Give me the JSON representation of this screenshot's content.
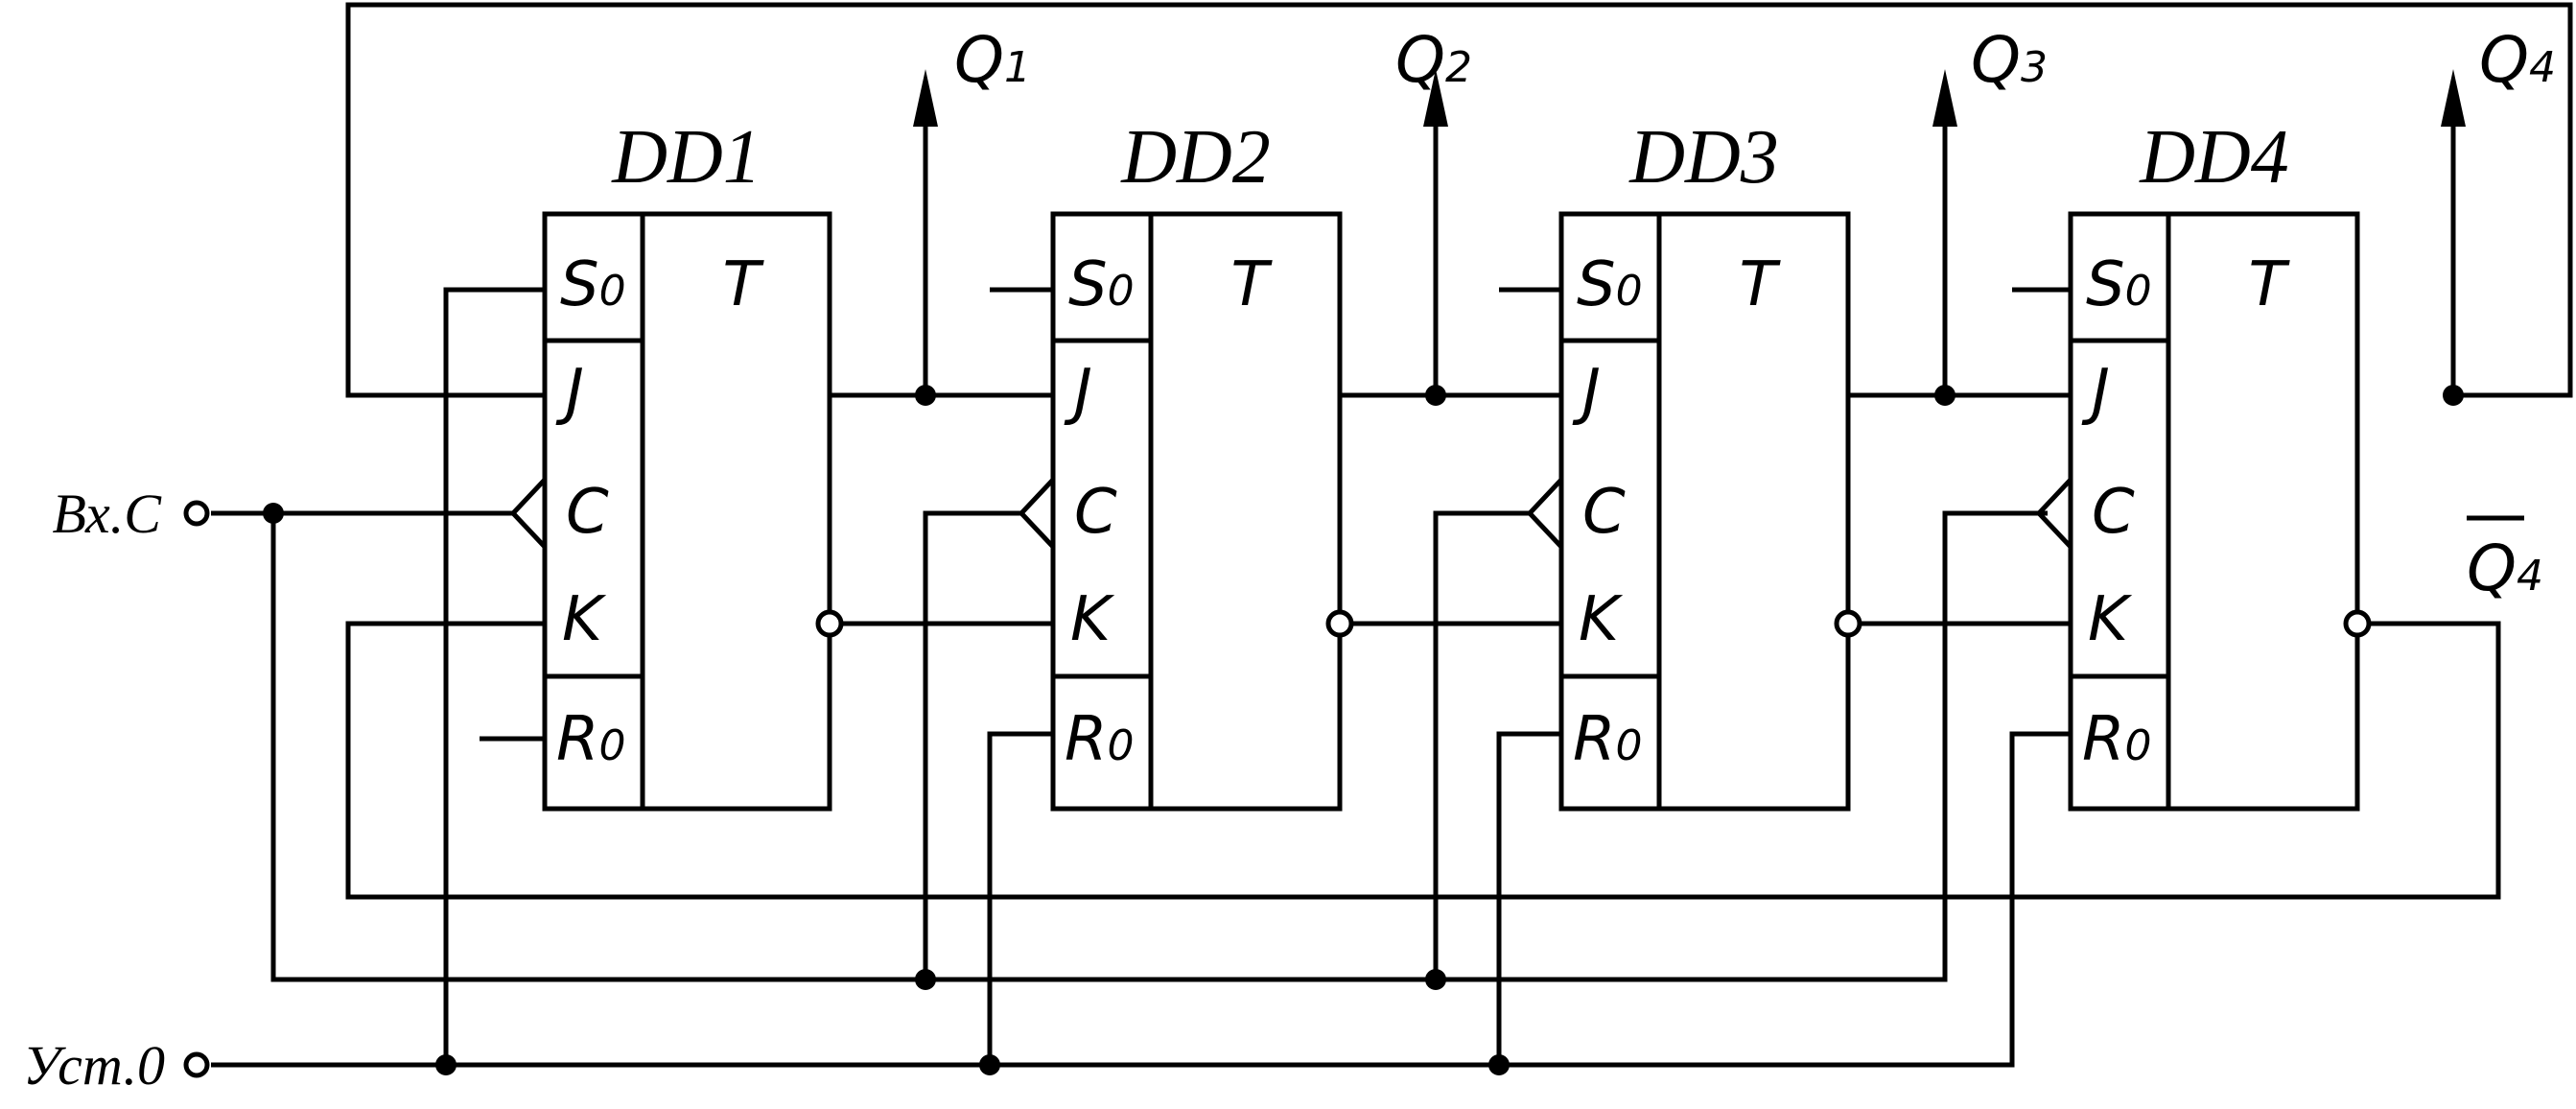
{
  "inputs": {
    "clock": "Вх.С",
    "reset": "Уст.0"
  },
  "flip_flops": [
    {
      "name": "DD1",
      "type_label": "T",
      "s_label": "S",
      "s_sub": "0",
      "j_label": "J",
      "c_label": "C",
      "k_label": "K",
      "r_label": "R",
      "r_sub": "0",
      "out_label": "Q",
      "out_sub": "1"
    },
    {
      "name": "DD2",
      "type_label": "T",
      "s_label": "S",
      "s_sub": "0",
      "j_label": "J",
      "c_label": "C",
      "k_label": "K",
      "r_label": "R",
      "r_sub": "0",
      "out_label": "Q",
      "out_sub": "2"
    },
    {
      "name": "DD3",
      "type_label": "T",
      "s_label": "S",
      "s_sub": "0",
      "j_label": "J",
      "c_label": "C",
      "k_label": "K",
      "r_label": "R",
      "r_sub": "0",
      "out_label": "Q",
      "out_sub": "3"
    },
    {
      "name": "DD4",
      "type_label": "T",
      "s_label": "S",
      "s_sub": "0",
      "j_label": "J",
      "c_label": "C",
      "k_label": "K",
      "r_label": "R",
      "r_sub": "0",
      "out_label": "Q",
      "out_sub": "4"
    }
  ],
  "inverted_output": {
    "label": "Q",
    "sub": "4"
  }
}
